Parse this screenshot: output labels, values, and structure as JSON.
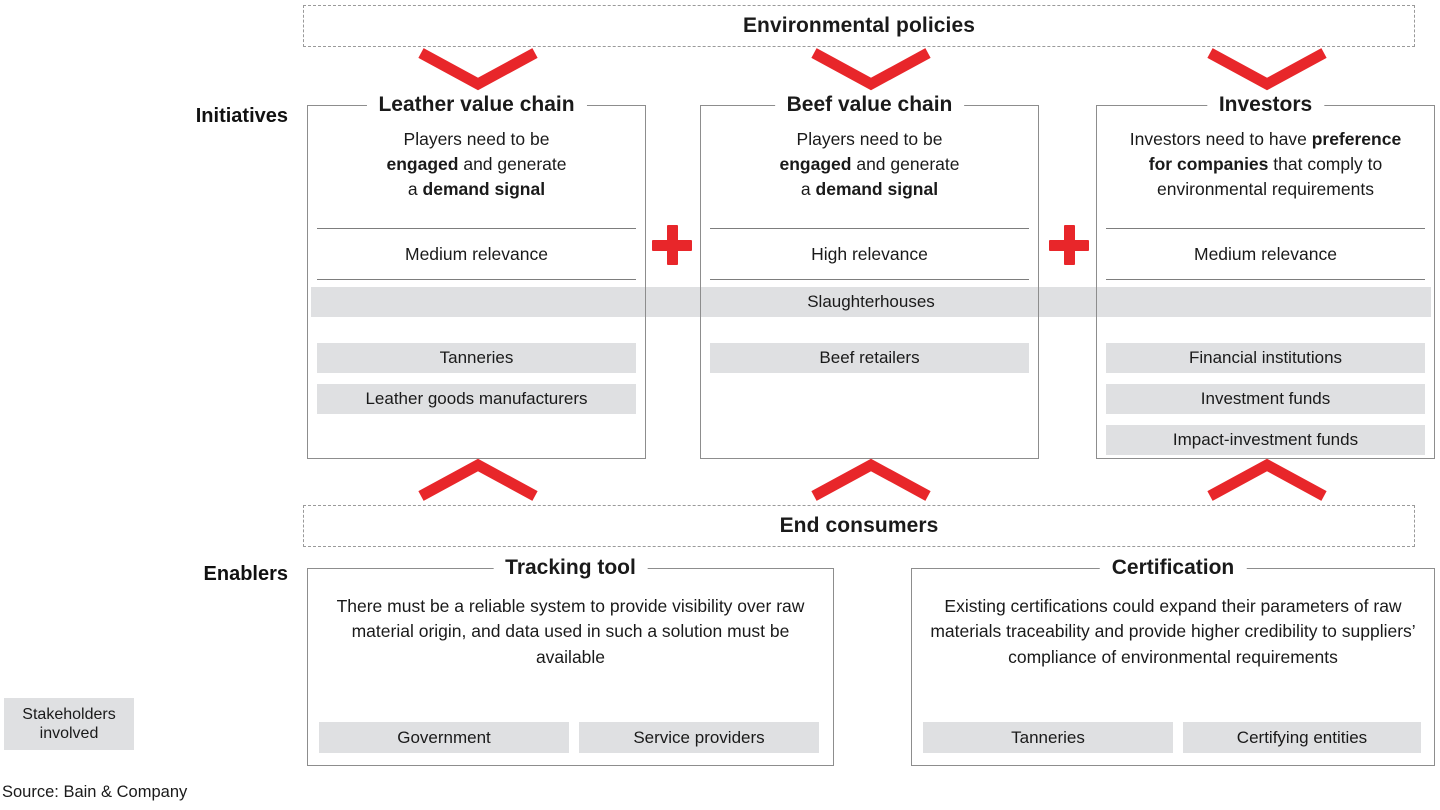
{
  "colors": {
    "red": "#e8262a",
    "chip_gray": "#dfe0e2",
    "border_gray": "#8d8d8d"
  },
  "row_labels": {
    "initiatives": "Initiatives",
    "enablers": "Enablers"
  },
  "banners": {
    "top": "Environmental policies",
    "bottom": "End consumers"
  },
  "legend": {
    "line1": "Stakeholders",
    "line2": "involved"
  },
  "source": "Source: Bain & Company",
  "initiatives": [
    {
      "title": "Leather value chain",
      "description_parts": [
        {
          "text": "Players need to be ",
          "bold": false
        },
        {
          "text": "engaged",
          "bold": true
        },
        {
          "text": " and generate a ",
          "bold": false
        },
        {
          "text": "demand signal",
          "bold": true
        }
      ],
      "description_plain": "Players need to be engaged and generate a demand signal",
      "relevance": "Medium relevance",
      "stakeholders": [
        "Tanneries",
        "Leather goods manufacturers"
      ]
    },
    {
      "title": "Beef value chain",
      "description_parts": [
        {
          "text": "Players need to be ",
          "bold": false
        },
        {
          "text": "engaged",
          "bold": true
        },
        {
          "text": " and generate a ",
          "bold": false
        },
        {
          "text": "demand signal",
          "bold": true
        }
      ],
      "description_plain": "Players need to be engaged and generate a demand signal",
      "relevance": "High relevance",
      "stakeholders": [
        "Beef retailers"
      ]
    },
    {
      "title": "Investors",
      "description_parts": [
        {
          "text": "Investors need to have ",
          "bold": false
        },
        {
          "text": "preference for companies",
          "bold": true
        },
        {
          "text": " that comply to environmental requirements",
          "bold": false
        }
      ],
      "description_plain": "Investors need to have preference for companies that comply to environmental requirements",
      "relevance": "Medium relevance",
      "stakeholders": [
        "Financial institutions",
        "Investment funds",
        "Impact-investment funds"
      ]
    }
  ],
  "shared_stakeholder_band": "Slaughterhouses",
  "connectors": {
    "plus_1": "+",
    "plus_2": "+"
  },
  "enablers": [
    {
      "title": "Tracking tool",
      "description": "There must be a reliable system to provide visibility over raw material origin, and data used in such a solution must be available",
      "stakeholders": [
        "Government",
        "Service providers"
      ]
    },
    {
      "title": "Certification",
      "description": "Existing certifications could expand their parameters of raw materials traceability and provide higher credibility to suppliers’ compliance of environmental requirements",
      "stakeholders": [
        "Tanneries",
        "Certifying entities"
      ]
    }
  ]
}
